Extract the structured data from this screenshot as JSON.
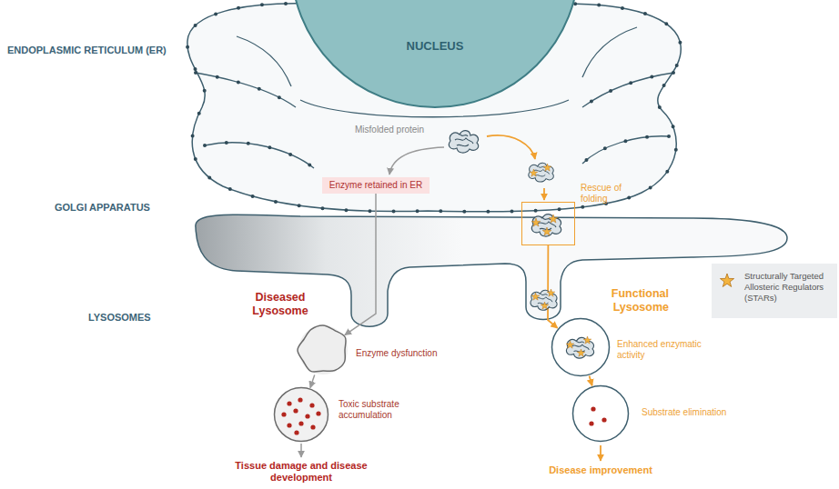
{
  "diagram": {
    "nodes": [
      {
        "text": [
          "NUCLEUS"
        ]
      },
      {
        "text": [
          "Enzyme retained in ER"
        ]
      },
      {
        "text": [
          "Rescue of folding"
        ]
      },
      {
        "text": [
          "Enzyme dysfunction"
        ]
      },
      {
        "text": [
          "Toxic substrate accumulation"
        ]
      },
      {
        "text": [
          "Enhanced enzymatic activity"
        ]
      },
      {
        "text": [
          "Substrate elimination"
        ]
      }
    ],
    "edges": [
      {
        "from": 1,
        "to": 3,
        "arrow": "to"
      },
      {
        "from": 3,
        "to": 4,
        "arrow": "to"
      },
      {
        "from": 2,
        "to": 5,
        "arrow": "to"
      },
      {
        "from": 5,
        "to": 6,
        "arrow": "to"
      }
    ],
    "labels": [
      "ENDOPLASMIC RETICULUM (ER)",
      "GOLGI APPARATUS",
      "LYSOSOMES",
      "Misfolded protein",
      "Diseased Lysosome",
      "Functional Lysosome",
      "Tissue damage and disease development",
      "Disease improvement"
    ],
    "legend": [
      {
        "text": "Structurally Targeted Allosteric Regulators (STARs)"
      }
    ]
  }
}
